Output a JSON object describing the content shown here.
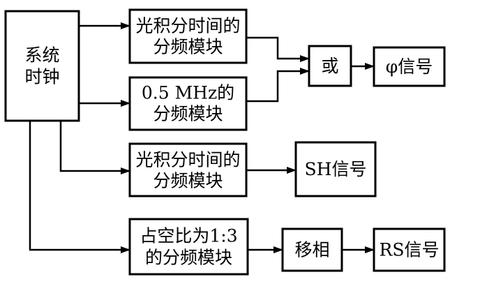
{
  "diagram": {
    "clock": {
      "line1": "系统",
      "line2": "时钟"
    },
    "divider_integration_1": {
      "line1": "光积分时间的",
      "line2": "分频模块"
    },
    "divider_05mhz": {
      "line1": "0.5 MHz的",
      "line2": "分频模块"
    },
    "or_gate": {
      "label": "或"
    },
    "phi_signal": {
      "label": "φ信号"
    },
    "divider_integration_2": {
      "line1": "光积分时间的",
      "line2": "分频模块"
    },
    "sh_signal": {
      "label": "SH信号"
    },
    "divider_duty": {
      "line1": "占空比为1:3",
      "line2": "的分频模块"
    },
    "phase_shift": {
      "label": "移相"
    },
    "rs_signal": {
      "label": "RS信号"
    }
  }
}
